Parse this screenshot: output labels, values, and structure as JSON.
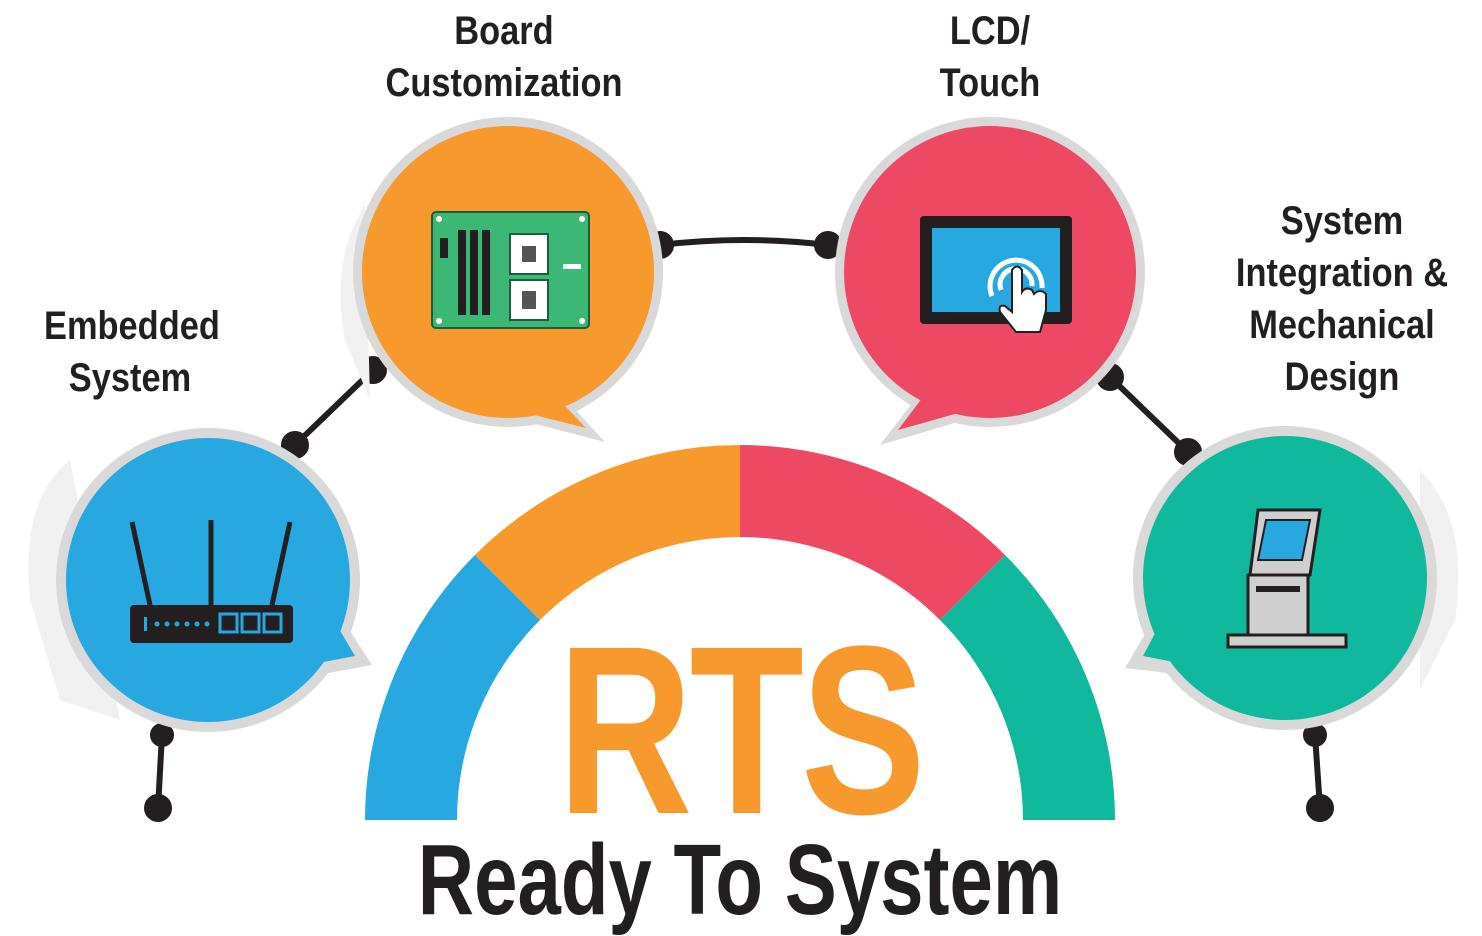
{
  "headline": {
    "abbreviation": "RTS",
    "full_name": "Ready To System"
  },
  "colors": {
    "blue": "#27a8e0",
    "orange": "#f7992c",
    "red": "#ee4962",
    "teal": "#10b89d",
    "dark": "#231f20",
    "ring": "#d9d9d9"
  },
  "nodes": [
    {
      "id": "embedded",
      "lines": [
        "Embedded",
        "System"
      ],
      "color": "#27a8e0",
      "icon": "router-icon"
    },
    {
      "id": "board",
      "lines": [
        "Board",
        "Customization"
      ],
      "color": "#f7992c",
      "icon": "circuit-board-icon"
    },
    {
      "id": "lcd",
      "lines": [
        "LCD/",
        "Touch"
      ],
      "color": "#ee4962",
      "icon": "touchscreen-icon"
    },
    {
      "id": "integration",
      "lines": [
        "System",
        "Integration &",
        "Mechanical",
        "Design"
      ],
      "color": "#10b89d",
      "icon": "kiosk-icon"
    }
  ]
}
